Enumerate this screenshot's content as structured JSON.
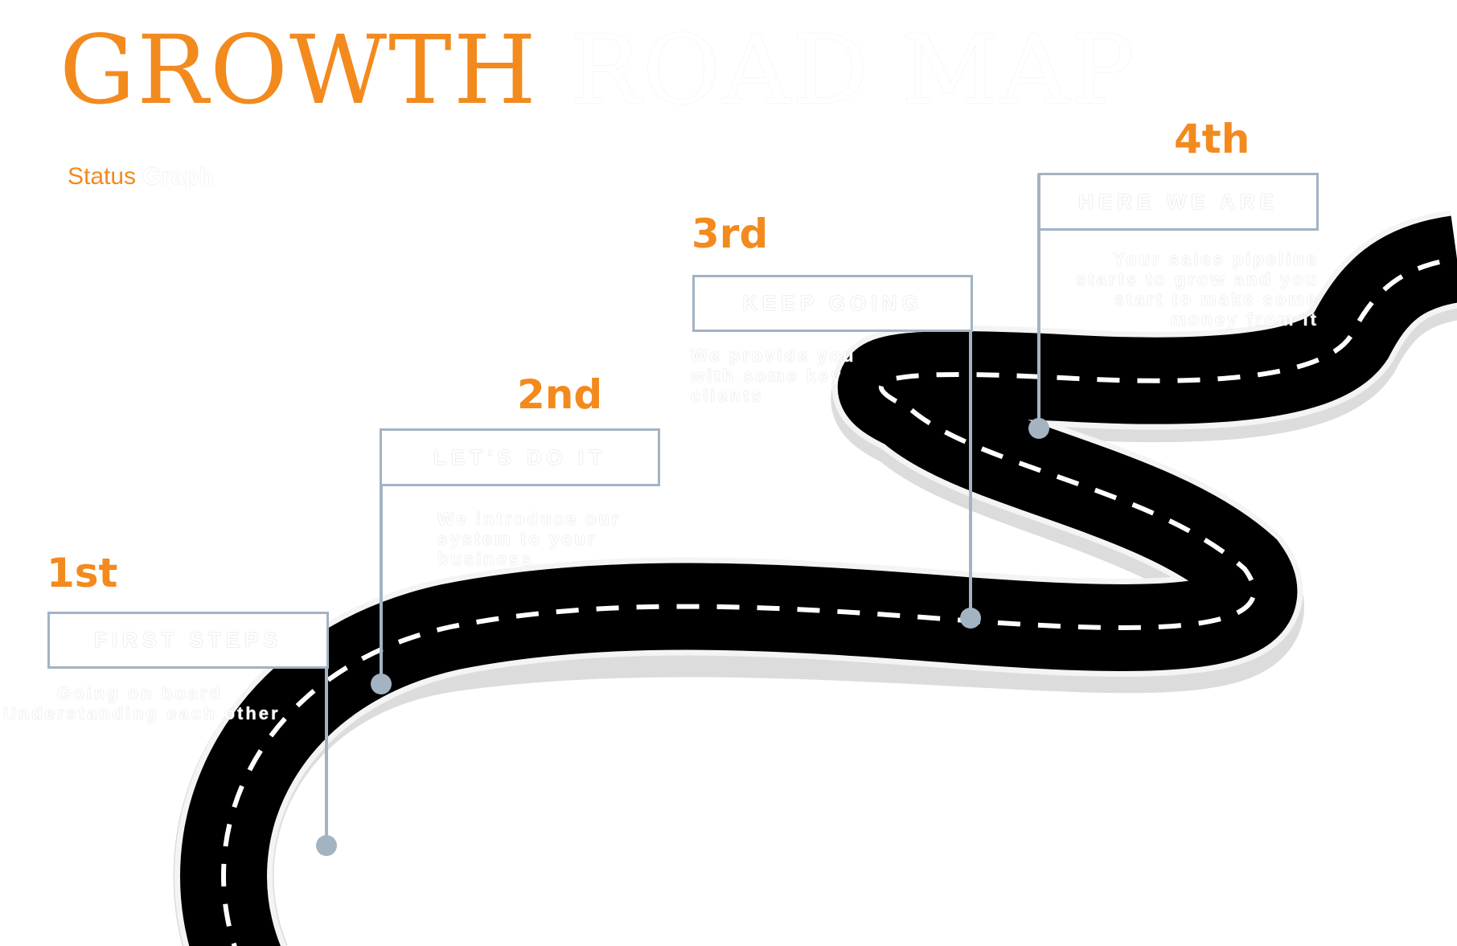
{
  "title": {
    "part1": "GROWTH",
    "part2": "ROAD MAP"
  },
  "subtitle": {
    "part1": "Status",
    "part2": "Graph"
  },
  "colors": {
    "accent": "#f38a1e",
    "road": "#000000",
    "pin": "#a3b3c2",
    "shadow": "#dedede"
  },
  "steps": [
    {
      "number": "1st",
      "label": "FIRST STEPS",
      "description": [
        "Going on board",
        "Understanding each other"
      ]
    },
    {
      "number": "2nd",
      "label": "LET'S DO IT",
      "description": [
        "We introduce our",
        "system to your",
        "business"
      ]
    },
    {
      "number": "3rd",
      "label": "KEEP GOING",
      "description": [
        "We provide you",
        "with some key",
        "clients"
      ]
    },
    {
      "number": "4th",
      "label": "HERE WE ARE",
      "description": [
        "Your sales pipeline",
        "starts to grow and you",
        "start to make some",
        "money from it"
      ]
    }
  ]
}
